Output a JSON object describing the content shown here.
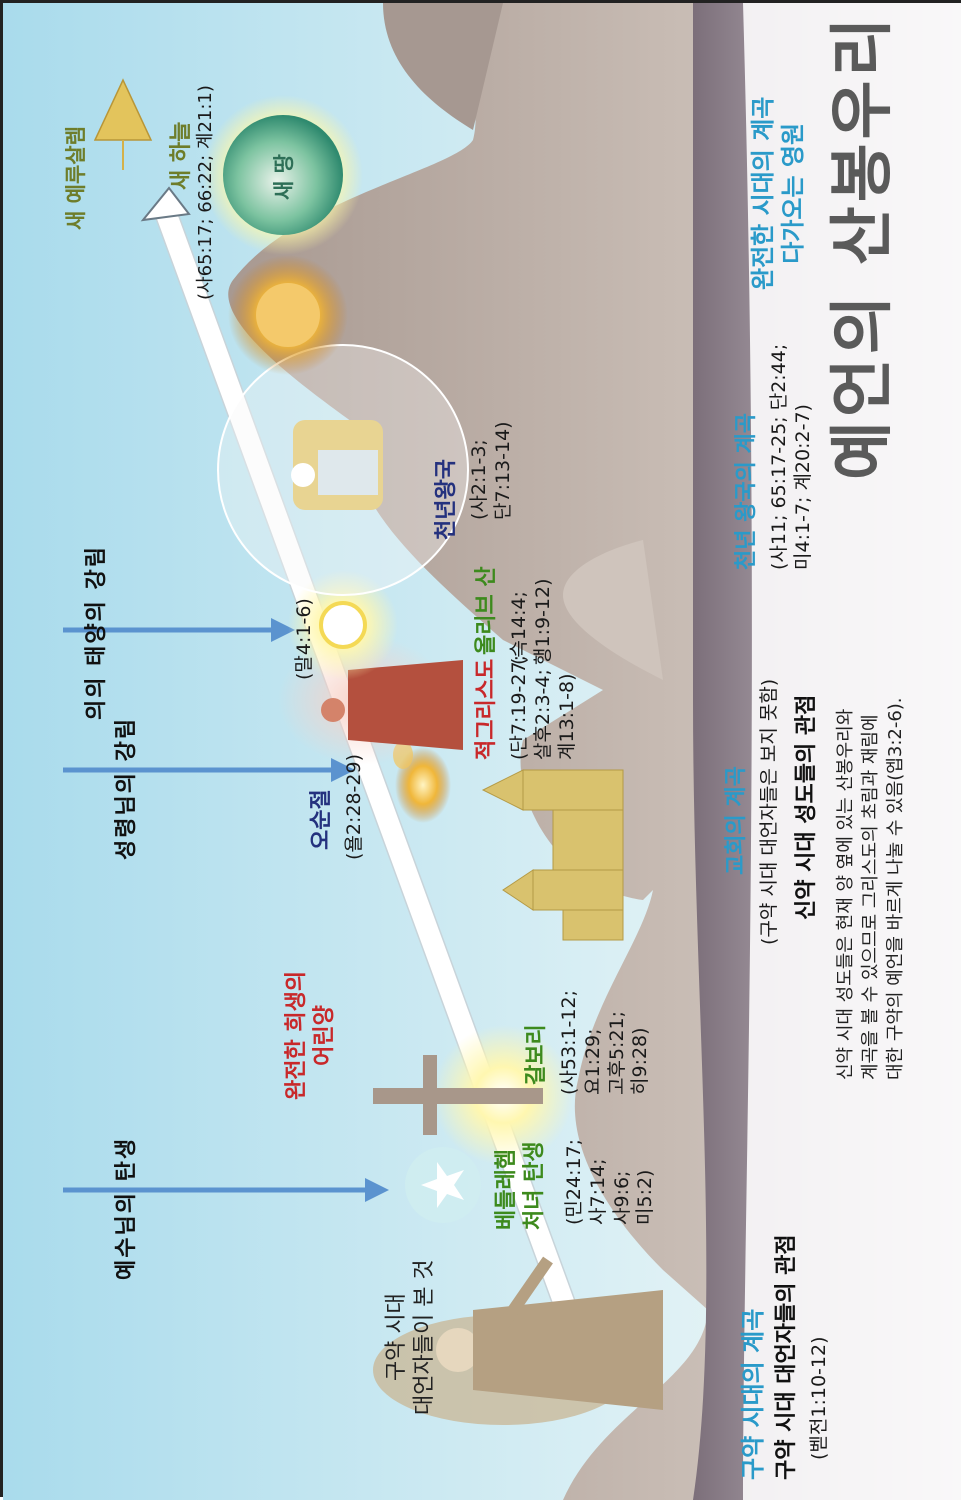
{
  "main_title": "예언의 산봉우리",
  "ot_view_caption": "구약 시대\n대언자들이 본 것",
  "arrows": [
    {
      "label": "예수님의 탄생"
    },
    {
      "label": "성령님의 강림"
    },
    {
      "label": "의의 태양의 강림"
    }
  ],
  "events": {
    "bethlehem": {
      "title": "베들레헴\n처녀 탄생",
      "refs": "(민24:17;\n사7:14;\n사9:6;\n미5:2)"
    },
    "sacrifice": {
      "title": "완전한 희생의\n어린양"
    },
    "calvary": {
      "title": "갈보리",
      "refs": "(사53:1-12;\n요1:29;\n고후5:21;\n히9:28)"
    },
    "pentecost": {
      "title": "오순절",
      "refs": "(욜2:28-29)"
    },
    "antichrist": {
      "title": "적그리스도",
      "refs": "(단7:19-27;\n살후2:3-4;\n계13:1-8)"
    },
    "malachi": {
      "refs": "(말4:1-6)"
    },
    "olivet": {
      "title": "올리브 산",
      "refs": "(슥14:4;\n행1:9-12)"
    },
    "millennium": {
      "title": "천년왕국",
      "refs": "(사2:1-3;\n단7:13-14)"
    },
    "new_jerusalem": {
      "title": "새 예루살렘"
    },
    "new_heaven": {
      "title": "새 하늘",
      "refs": "(사65:17; 66:22; 계21:1)"
    },
    "new_earth": {
      "title": "새 땅"
    }
  },
  "bottom": {
    "ot_kingdom": {
      "title": "구약 시대의 계곡",
      "subtitle": "구약 시대 대언자들의 관점",
      "refs": "(벧전1:10-12)"
    },
    "church_valley": {
      "title": "교회의 계곡",
      "note": "(구약 시대 대언자들은 보지 못함)"
    },
    "nt_view": {
      "title": "신약 시대 성도들의 관점",
      "text": "신약 시대 성도들은 현재 양 옆에 있는 산봉우리와\n계곡을 볼 수 있으므로 그리스도의 초림과 재림에\n대한 구약의 예언을 바르게 나눌 수 있음(엡3:2-6)."
    },
    "millennial_valley": {
      "title": "천년 왕국의 계곡",
      "refs": "(사11; 65:17-25; 단2:44;\n미4:1-7; 계20:2-7)"
    },
    "eternity": {
      "title": "완전한 시대의 계곡\n다가오는 영원"
    }
  },
  "colors": {
    "sky_top": "#b9e2ef",
    "mountain": "#b7a79e",
    "ground": "#8a7b86",
    "arrow_blue": "#5b93cf",
    "timeline": "#ffffff"
  }
}
